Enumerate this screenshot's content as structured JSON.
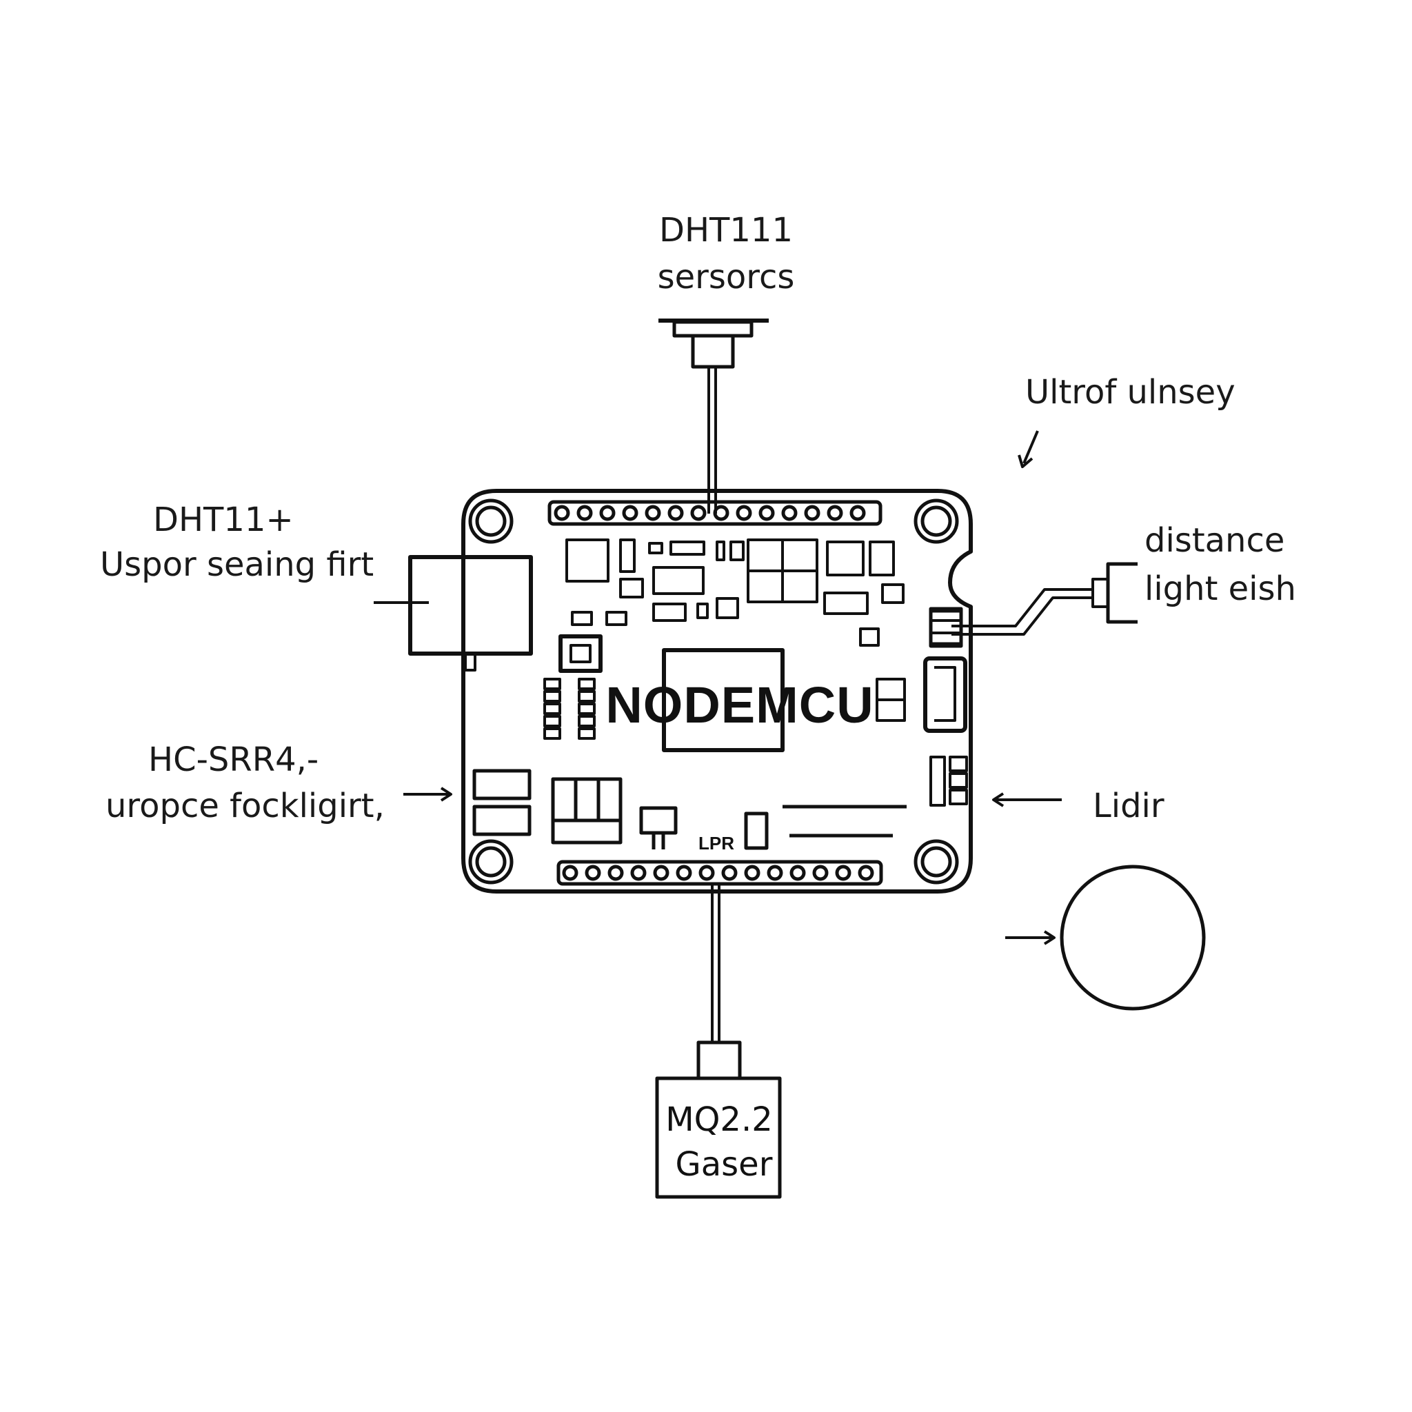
{
  "labels": {
    "top_sensor_line1": "DHT111",
    "top_sensor_line2": "sersorcs",
    "ultra_label": "Ultrof ulnsey",
    "left_top_line1": "DHT11+",
    "left_top_line2": "Uspor seaing firt",
    "right_top_line1": "distance",
    "right_top_line2": "light eish",
    "left_mid_line1": "HC-SRR4,-",
    "left_mid_line2": "uropce fockligirt,",
    "right_mid": "Lidir",
    "board_name": "NODEMCU",
    "ldr_label": "LPR",
    "bottom_box_line1": "MQ2.2",
    "bottom_box_line2": "Gaser"
  },
  "colors": {
    "ink": "#111111",
    "background": "#ffffff"
  }
}
